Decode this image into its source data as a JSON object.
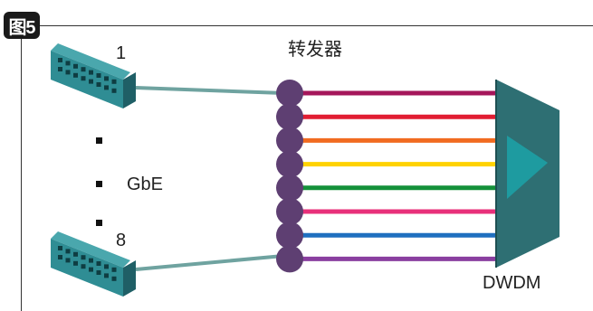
{
  "figure": {
    "badge": "图5"
  },
  "labels": {
    "transponder": "转发器",
    "switch_top": "1",
    "switch_bottom": "8",
    "gbe": "GbE",
    "dwdm": "DWDM"
  },
  "colors": {
    "switch_face": "#2f8d94",
    "switch_side": "#1f5f66",
    "trunk_line": "#6fa3a0",
    "transponder_bead": "#5e3f72",
    "dwdm_body": "#2e6f73",
    "dwdm_inner": "#1e9ba0",
    "wavelengths": [
      "#a5165a",
      "#e11d32",
      "#f16b20",
      "#ffd200",
      "#14913a",
      "#e8307a",
      "#1f6fbf",
      "#8a3fa0"
    ]
  }
}
